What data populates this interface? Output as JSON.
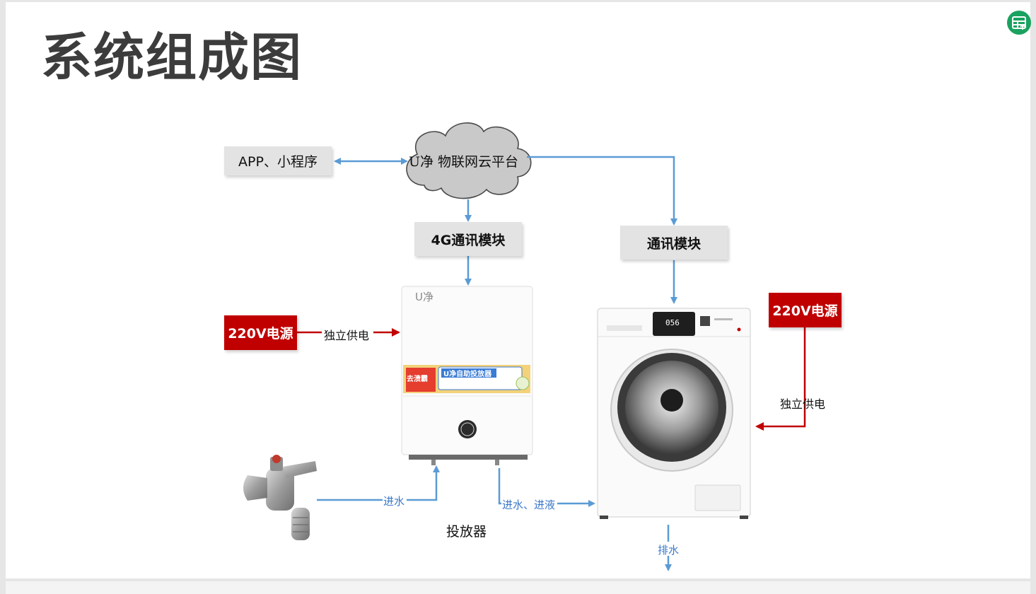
{
  "slide": {
    "title": "系统组成图"
  },
  "diagram": {
    "cloud": "U净  物联网云平台",
    "app_box": "APP、小程序",
    "module_4g": "4G通讯模块",
    "module_comm": "通讯模块",
    "power_left": "220V电源",
    "power_right": "220V电源",
    "power_left_label": "独立供电",
    "power_right_label": "独立供电",
    "dispenser_brand": "U净",
    "dispenser_sticker_title": "U净自助投放器",
    "dispenser_sticker_badge": "去渍霸",
    "dispenser_caption": "投放器",
    "washer_display": "056",
    "water_in_label": "进水",
    "water_liquid_label": "进水、进液",
    "drain_label": "排水"
  },
  "colors": {
    "arrow_blue": "#5b9bd5",
    "arrow_red": "#c00000",
    "box_gray": "#e3e3e3",
    "power_red": "#c00000",
    "corner_icon": "#1aa260"
  }
}
